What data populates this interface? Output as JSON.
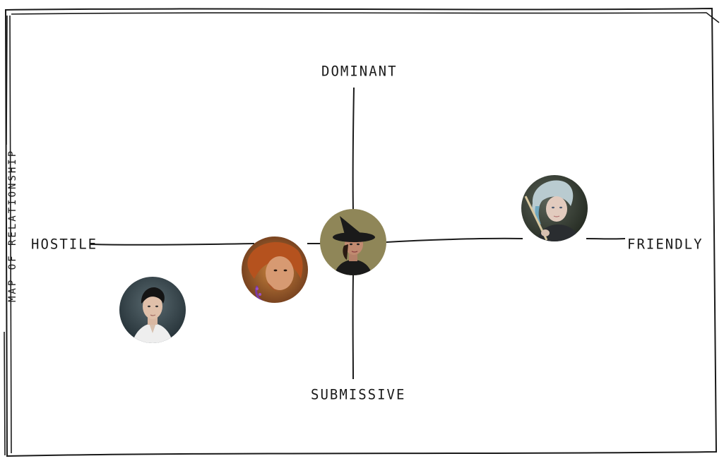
{
  "diagram": {
    "side_title": "MAP OF RELATIONSHIP",
    "axes": {
      "top": "DOMINANT",
      "bottom": "SUBMISSIVE",
      "left": "HOSTILE",
      "right": "FRIENDLY"
    }
  },
  "colors": {
    "stroke": "#1a1a1a",
    "background": "#ffffff"
  }
}
